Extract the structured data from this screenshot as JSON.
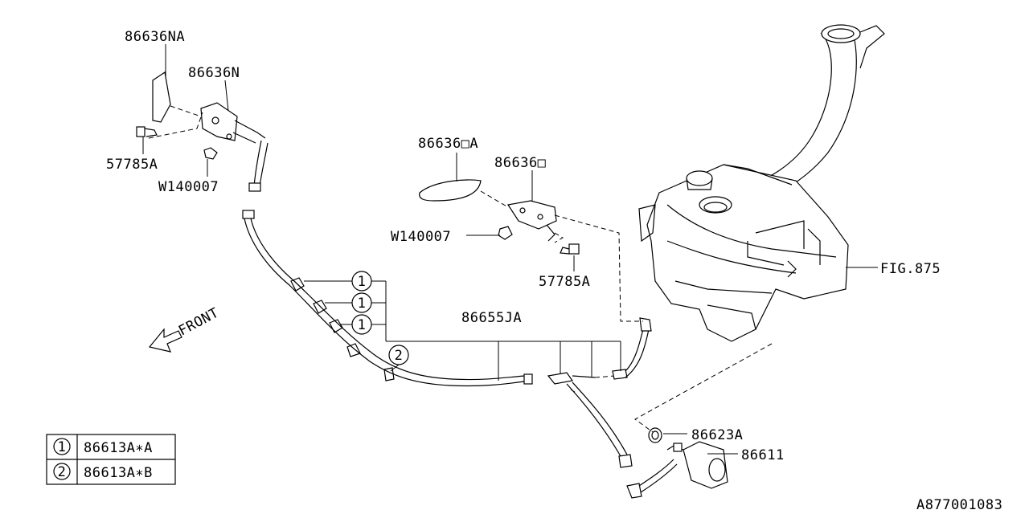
{
  "diagram_id": "A877001083",
  "callouts": {
    "nozzle_cap_left": "86636NA",
    "nozzle_left": "86636N",
    "bolt_left": "57785A",
    "clip_left": "W140007",
    "nozzle_cap_right": "86636□A",
    "nozzle_right": "86636□",
    "clip_right": "W140007",
    "bolt_right": "57785A",
    "fig_ref": "FIG.875",
    "hose_assy": "86655JA",
    "grommet": "86623A",
    "pump": "86611",
    "front_indicator": "FRONT"
  },
  "clip_markers": {
    "marker_1": "1",
    "marker_2": "2"
  },
  "legend": [
    {
      "marker": "1",
      "part": "86613A∗A"
    },
    {
      "marker": "2",
      "part": "86613A∗B"
    }
  ]
}
